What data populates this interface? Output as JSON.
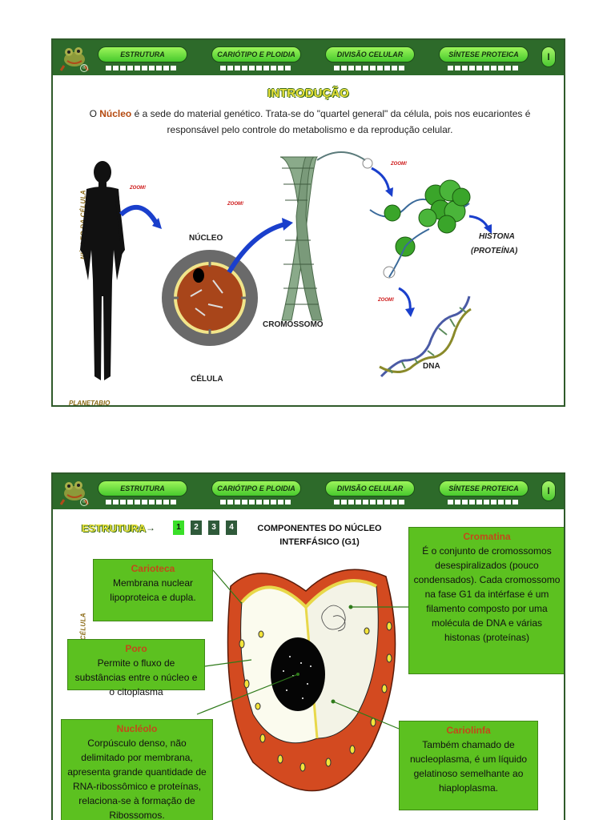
{
  "nav": {
    "items": [
      "ESTRUTURA",
      "CARIÓTIPO E PLOIDIA",
      "DIVISÃO CELULAR",
      "SÍNTESE PROTEICA"
    ],
    "info_label": "I",
    "registered": "®"
  },
  "sidebar_label": "NÚCLEO DA CÉLULA",
  "slide1": {
    "title": "INTRODUÇÃO",
    "text_before": "O ",
    "text_highlight": "Núcleo",
    "text_after": " é a sede do material genético. Trata-se do \"quartel general\" da célula, pois nos eucariontes é responsável pelo controle do metabolismo e da reprodução celular.",
    "labels": {
      "nucleo": "NÚCLEO",
      "celula": "CÉLULA",
      "cromossomo": "CROMOSSOMO",
      "histona": "HISTONA",
      "proteina": "(PROTEÍNA)",
      "dna": "DNA",
      "zoom": "ZOOM!"
    },
    "footer": "PLANETABIO"
  },
  "slide2": {
    "section": "ESTRUTURA",
    "arrow": "→",
    "numbers": [
      "1",
      "2",
      "3",
      "4"
    ],
    "title_line1": "COMPONENTES DO NÚCLEO",
    "title_line2": "INTERFÁSICO (G1)",
    "boxes": {
      "carioteca": {
        "head": "Carioteca",
        "body": "Membrana nuclear lipoproteica e dupla."
      },
      "poro": {
        "head": "Poro",
        "body": "Permite o fluxo de substâncias entre o núcleo e o citoplasma"
      },
      "nucleolo": {
        "head": "Nucléolo",
        "body": "Corpúsculo denso, não delimitado por membrana, apresenta grande quantidade de RNA-ribossômico e proteínas, relaciona-se à formação de Ribossomos."
      },
      "cromatina": {
        "head": "Cromatina",
        "body": "É o conjunto de cromossomos desespiralizados (pouco condensados). Cada cromossomo na fase G1 da intérfase é um filamento composto por uma molécula de DNA e várias histonas (proteínas)"
      },
      "cariolinfa": {
        "head": "Cariolinfa",
        "body": "Também chamado de nucleoplasma, é um líquido gelatinoso semelhante ao hiaploplasma."
      }
    }
  },
  "colors": {
    "nav_bg": "#2d6a2a",
    "nav_button": "#5fdc38",
    "box_green": "#5cc120",
    "accent_orange": "#c3491a",
    "title_yellow": "#e8e23a"
  }
}
